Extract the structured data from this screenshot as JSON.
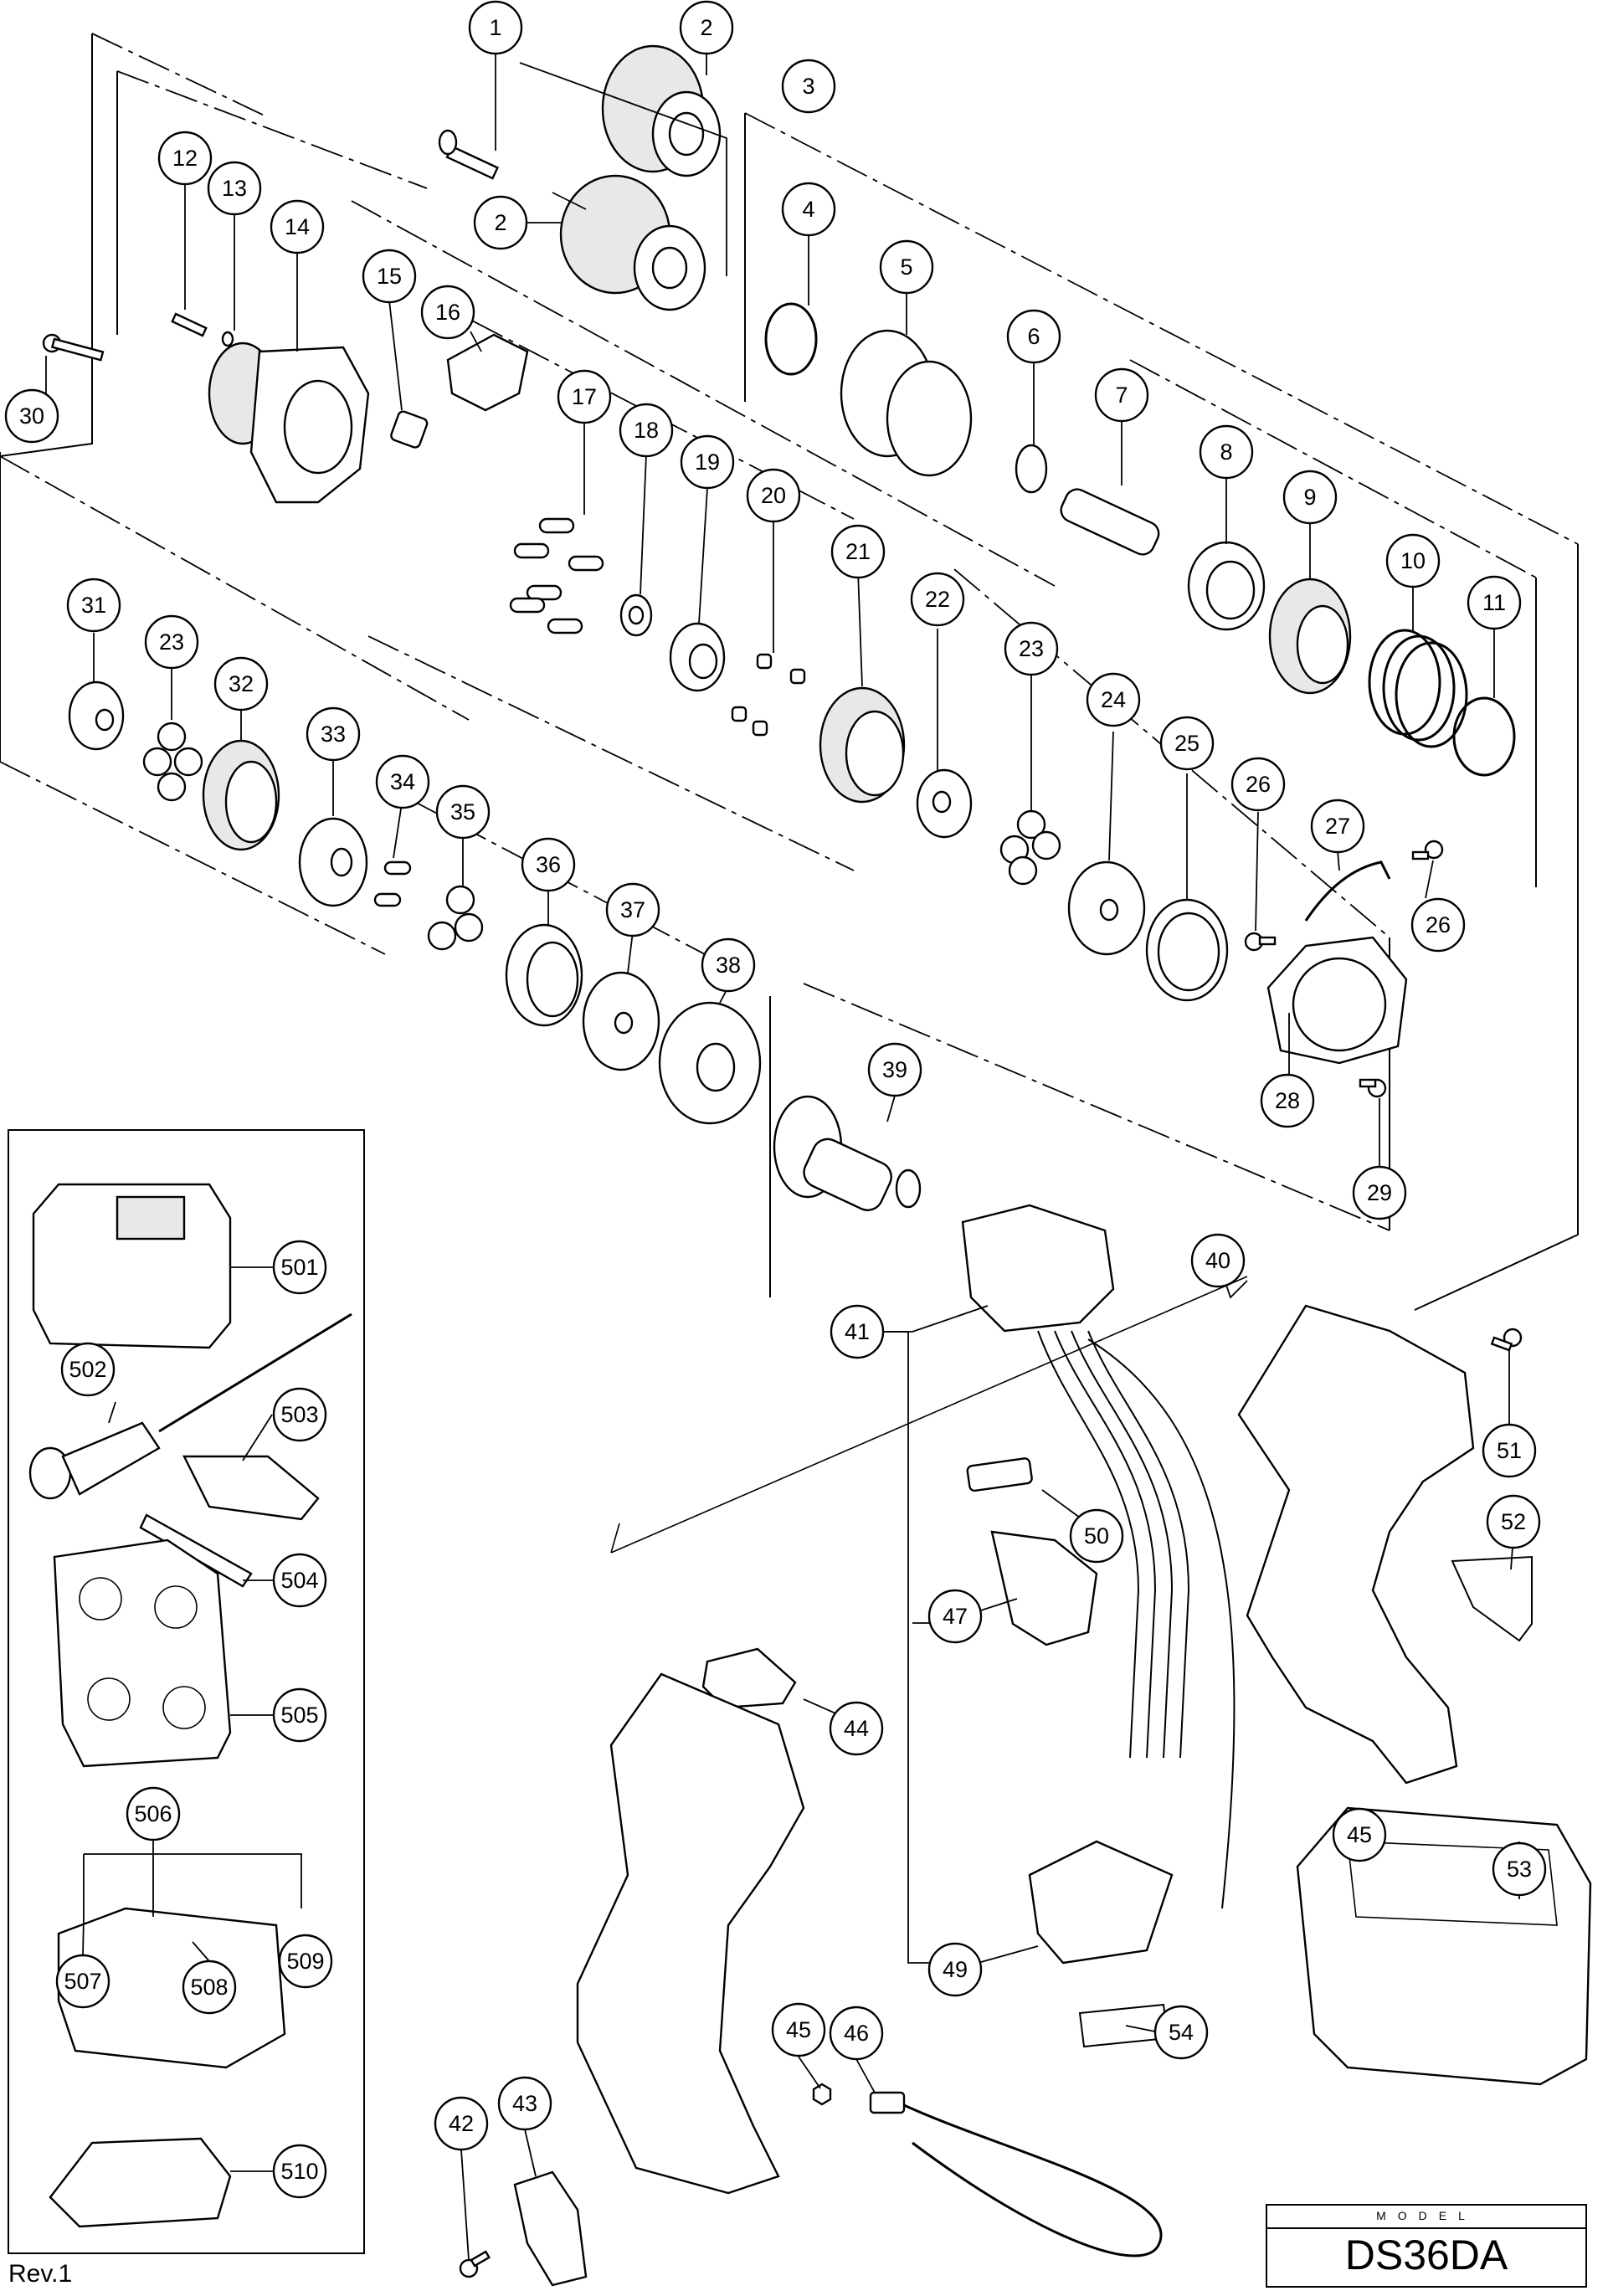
{
  "model": {
    "label": "MODEL",
    "name": "DS36DA"
  },
  "revision": "Rev.1",
  "callouts": {
    "c1": "1",
    "c2a": "2",
    "c2b": "2",
    "c3": "3",
    "c4": "4",
    "c5": "5",
    "c6": "6",
    "c7": "7",
    "c8": "8",
    "c9": "9",
    "c10": "10",
    "c11": "11",
    "c12": "12",
    "c13": "13",
    "c14": "14",
    "c15": "15",
    "c16": "16",
    "c17": "17",
    "c18": "18",
    "c19": "19",
    "c20": "20",
    "c21": "21",
    "c22": "22",
    "c23a": "23",
    "c23b": "23",
    "c24": "24",
    "c25": "25",
    "c26a": "26",
    "c26b": "26",
    "c27": "27",
    "c28": "28",
    "c29": "29",
    "c30": "30",
    "c31": "31",
    "c32": "32",
    "c33": "33",
    "c34": "34",
    "c35": "35",
    "c36": "36",
    "c37": "37",
    "c38": "38",
    "c39": "39",
    "c40": "40",
    "c41": "41",
    "c42": "42",
    "c43": "43",
    "c44": "44",
    "c45a": "45",
    "c45b": "45",
    "c46": "46",
    "c47": "47",
    "c49": "49",
    "c50": "50",
    "c51": "51",
    "c52": "52",
    "c53": "53",
    "c54": "54",
    "c501": "501",
    "c502": "502",
    "c503": "503",
    "c504": "504",
    "c505": "505",
    "c506": "506",
    "c507": "507",
    "c508": "508",
    "c509": "509",
    "c510": "510"
  }
}
